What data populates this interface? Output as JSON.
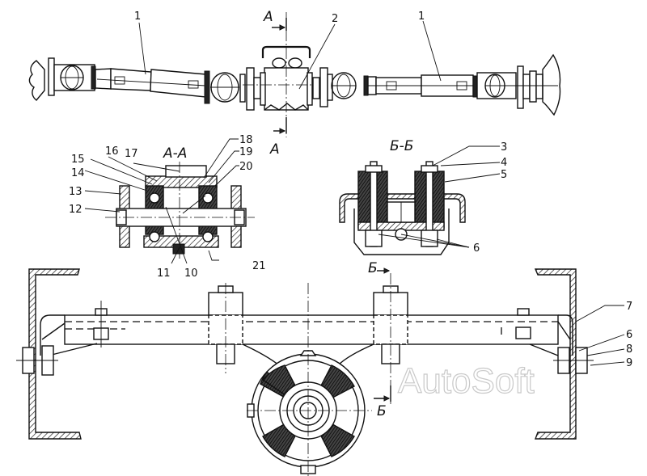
{
  "drawing": {
    "title": "Driveshaft with intermediate support",
    "watermark": "AutoSoft",
    "section_labels": {
      "aa_title": "А-А",
      "bb_title": "Б-Б",
      "a_marker_top": "А",
      "a_marker_bottom": "А",
      "b_marker_top": "Б",
      "b_marker_bottom": "Б"
    },
    "callouts": {
      "top_view": [
        {
          "id": "1-left",
          "text": "1"
        },
        {
          "id": "2",
          "text": "2"
        },
        {
          "id": "1-right",
          "text": "1"
        }
      ],
      "section_aa": [
        {
          "id": "15",
          "text": "15"
        },
        {
          "id": "16",
          "text": "16"
        },
        {
          "id": "17",
          "text": "17"
        },
        {
          "id": "14",
          "text": "14"
        },
        {
          "id": "13",
          "text": "13"
        },
        {
          "id": "12",
          "text": "12"
        },
        {
          "id": "18",
          "text": "18"
        },
        {
          "id": "19",
          "text": "19"
        },
        {
          "id": "20",
          "text": "20"
        },
        {
          "id": "21",
          "text": "21"
        },
        {
          "id": "11",
          "text": "11"
        },
        {
          "id": "10",
          "text": "10"
        }
      ],
      "section_bb": [
        {
          "id": "3",
          "text": "3"
        },
        {
          "id": "4",
          "text": "4"
        },
        {
          "id": "5",
          "text": "5"
        },
        {
          "id": "6-bb",
          "text": "6"
        }
      ],
      "front_view": [
        {
          "id": "7",
          "text": "7"
        },
        {
          "id": "6",
          "text": "6"
        },
        {
          "id": "8",
          "text": "8"
        },
        {
          "id": "9",
          "text": "9"
        }
      ]
    }
  }
}
